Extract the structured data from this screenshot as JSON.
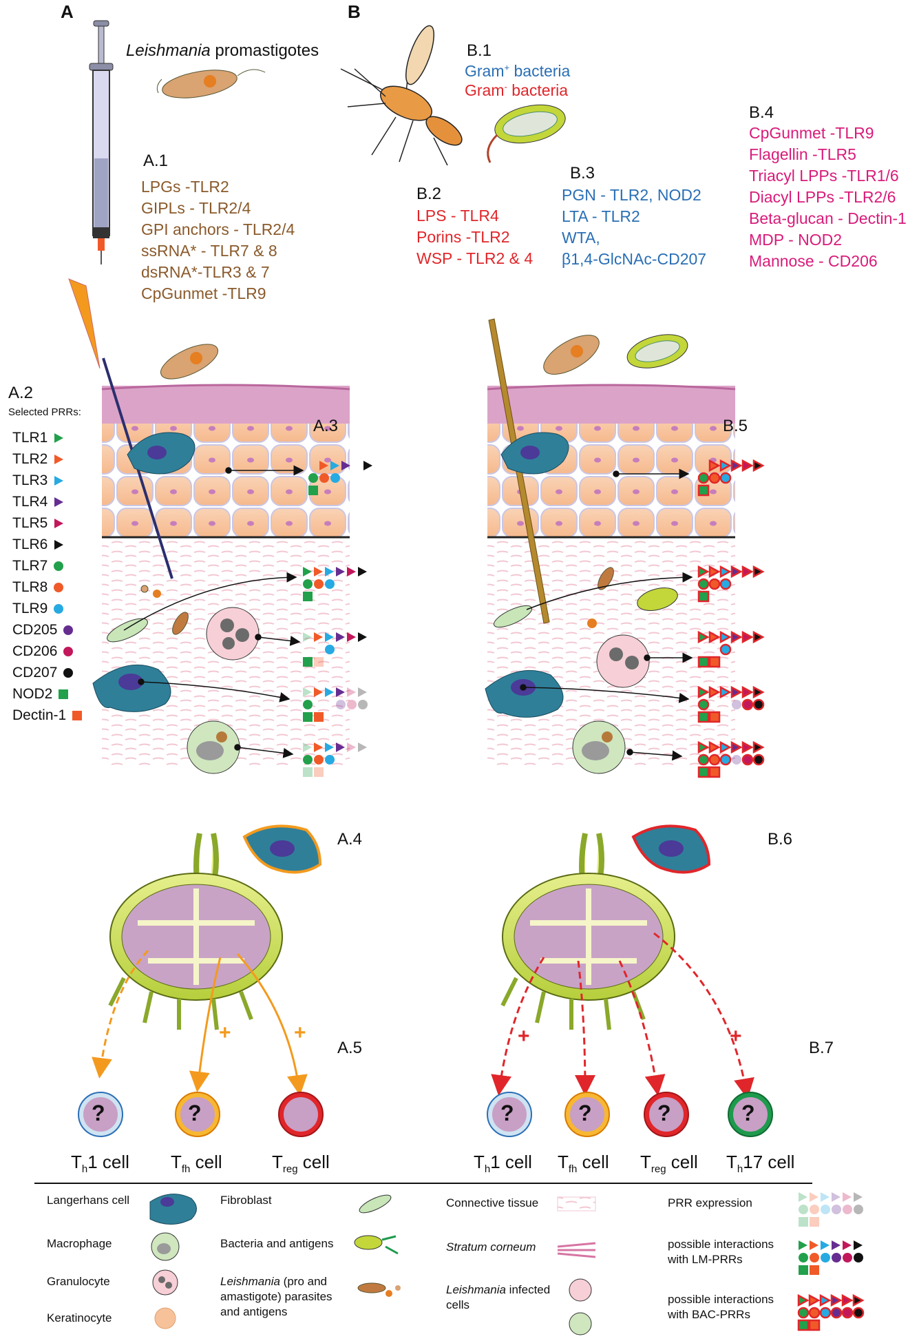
{
  "panels": {
    "a": "A",
    "b": "B"
  },
  "a1": {
    "organism": "Leishmania",
    "organism_suffix": " promastigotes",
    "label": "A.1",
    "items": [
      "LPGs -TLR2",
      "GIPLs - TLR2/4",
      "GPI anchors - TLR2/4",
      "ssRNA* - TLR7 & 8",
      "dsRNA*-TLR3 & 7",
      "CpGunmet -TLR9"
    ]
  },
  "a2": {
    "label": "A.2",
    "sublabel": "Selected PRRs:",
    "prrs": [
      {
        "name": "TLR1",
        "shape": "triangle",
        "color": "#22a04b"
      },
      {
        "name": "TLR2",
        "shape": "triangle",
        "color": "#f05a28"
      },
      {
        "name": "TLR3",
        "shape": "triangle",
        "color": "#27aae1"
      },
      {
        "name": "TLR4",
        "shape": "triangle",
        "color": "#662d91"
      },
      {
        "name": "TLR5",
        "shape": "triangle",
        "color": "#c2185b"
      },
      {
        "name": "TLR6",
        "shape": "triangle",
        "color": "#111111"
      },
      {
        "name": "TLR7",
        "shape": "circle",
        "color": "#22a04b"
      },
      {
        "name": "TLR8",
        "shape": "circle",
        "color": "#f05a28"
      },
      {
        "name": "TLR9",
        "shape": "circle",
        "color": "#27aae1"
      },
      {
        "name": "CD205",
        "shape": "circle",
        "color": "#662d91"
      },
      {
        "name": "CD206",
        "shape": "circle",
        "color": "#c2185b"
      },
      {
        "name": "CD207",
        "shape": "circle",
        "color": "#111111"
      },
      {
        "name": "NOD2",
        "shape": "square",
        "color": "#22a04b"
      },
      {
        "name": "Dectin-1",
        "shape": "square",
        "color": "#f05a28"
      }
    ]
  },
  "a3": {
    "label": "A.3"
  },
  "a4": {
    "label": "A.4"
  },
  "a5": {
    "label": "A.5"
  },
  "b1": {
    "label": "B.1",
    "gram_pos": "Gram",
    "gram_pos_sup": "+",
    "gram_pos_suffix": " bacteria",
    "gram_neg": "Gram",
    "gram_neg_sup": "-",
    "gram_neg_suffix": " bacteria"
  },
  "b2": {
    "label": "B.2",
    "items": [
      "LPS - TLR4",
      "Porins -TLR2",
      "WSP - TLR2 & 4"
    ]
  },
  "b3": {
    "label": "B.3",
    "items": [
      "PGN - TLR2, NOD2",
      "LTA - TLR2",
      "WTA,",
      "β1,4-GlcNAc-CD207"
    ]
  },
  "b4": {
    "label": "B.4",
    "items": [
      "CpGunmet -TLR9",
      "Flagellin -TLR5",
      "Triacyl LPPs -TLR1/6",
      "Diacyl LPPs -TLR2/6",
      "Beta-glucan - Dectin-1",
      "MDP - NOD2",
      "Mannose - CD206"
    ]
  },
  "b5": {
    "label": "B.5"
  },
  "b6": {
    "label": "B.6"
  },
  "b7": {
    "label": "B.7"
  },
  "plus": "+",
  "question": "?",
  "cells_a": [
    {
      "main": "T",
      "sub": "h",
      "rest": "1 cell"
    },
    {
      "main": "T",
      "sub": "fh",
      "rest": " cell"
    },
    {
      "main": "T",
      "sub": "reg",
      "rest": " cell"
    }
  ],
  "cells_b": [
    {
      "main": "T",
      "sub": "h",
      "rest": "1 cell"
    },
    {
      "main": "T",
      "sub": "fh",
      "rest": " cell"
    },
    {
      "main": "T",
      "sub": "reg",
      "rest": " cell"
    },
    {
      "main": "T",
      "sub": "h",
      "rest": "17 cell"
    }
  ],
  "legend": {
    "langerhans": "Langerhans cell",
    "macrophage": "Macrophage",
    "granulocyte": "Granulocyte",
    "keratinocyte": "Keratinocyte",
    "fibroblast": "Fibroblast",
    "bacteria": "Bacteria and antigens",
    "leish_italic": "Leishmania",
    "leish_line1_rest": " (pro and",
    "leish_line2": "amastigote) parasites",
    "leish_line3": "and antigens",
    "connective": "Connective tissue",
    "stratum": "Stratum corneum",
    "infected_italic": "Leishmania",
    "infected_rest": " infected",
    "infected_line2": "cells",
    "prr_expression": "PRR expression",
    "lm_line1": "possible interactions",
    "lm_line2": "with LM-PRRs",
    "bac_line1": "possible interactions",
    "bac_line2": "with BAC-PRRs"
  },
  "colors": {
    "green": "#22a04b",
    "orange": "#f05a28",
    "blue": "#27aae1",
    "purple": "#662d91",
    "magenta": "#c2185b",
    "black": "#111111",
    "arrow_orange": "#f39a1e",
    "arrow_red": "#e0262a"
  }
}
